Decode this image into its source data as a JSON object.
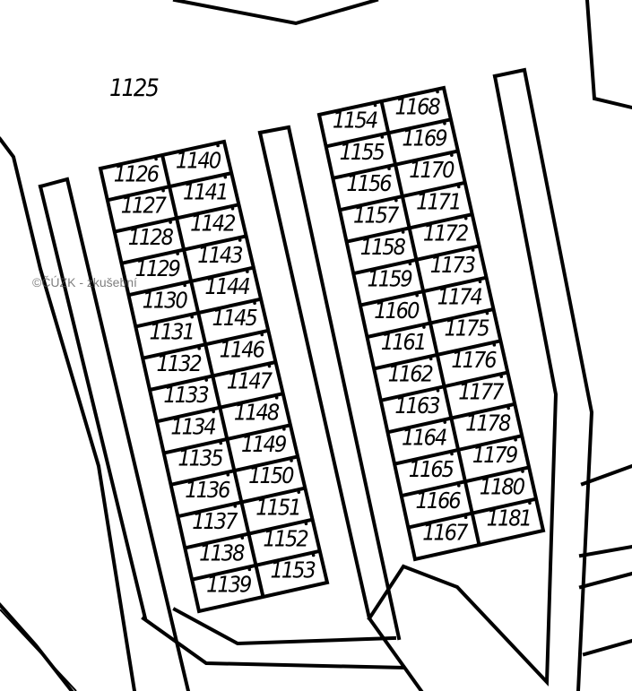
{
  "map": {
    "parcel_main": "1125",
    "watermark": "©ČÚZK - zkušební",
    "block_left": {
      "col_a": [
        "1126",
        "1127",
        "1128",
        "1129",
        "1130",
        "1131",
        "1132",
        "1133",
        "1134",
        "1135",
        "1136",
        "1137",
        "1138",
        "1139"
      ],
      "col_b": [
        "1140",
        "1141",
        "1142",
        "1143",
        "1144",
        "1145",
        "1146",
        "1147",
        "1148",
        "1149",
        "1150",
        "1151",
        "1152",
        "1153"
      ]
    },
    "block_right": {
      "col_a": [
        "1154",
        "1155",
        "1156",
        "1157",
        "1158",
        "1159",
        "1160",
        "1161",
        "1162",
        "1163",
        "1164",
        "1165",
        "1166",
        "1167"
      ],
      "col_b": [
        "1168",
        "1169",
        "1170",
        "1171",
        "1172",
        "1173",
        "1174",
        "1175",
        "1176",
        "1177",
        "1178",
        "1179",
        "1180",
        "1181"
      ]
    }
  }
}
